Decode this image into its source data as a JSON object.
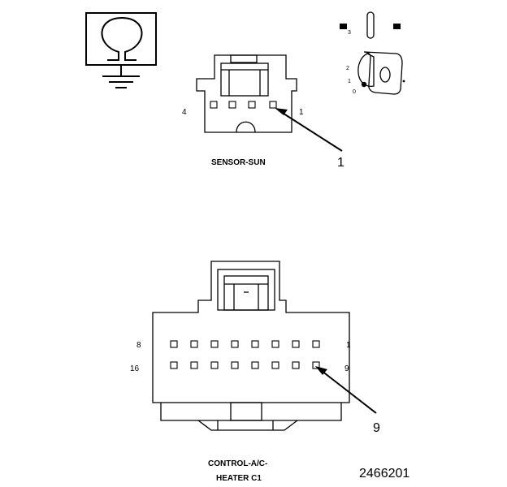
{
  "sensor_sun": {
    "name": "SENSOR-SUN",
    "pin_left": "4",
    "pin_right": "1",
    "callout": "1"
  },
  "control_module": {
    "name_line1": "CONTROL-A/C-",
    "name_line2": "HEATER C1",
    "row1_left": "8",
    "row1_right": "1",
    "row2_left": "16",
    "row2_right": "9",
    "callout": "9"
  },
  "key_switch": {
    "positions": [
      "3",
      "2",
      "1",
      "0"
    ]
  },
  "reference_number": "2466201",
  "icons": [
    "ohmmeter-icon",
    "ground-symbol-icon",
    "ignition-key-off-icon"
  ]
}
